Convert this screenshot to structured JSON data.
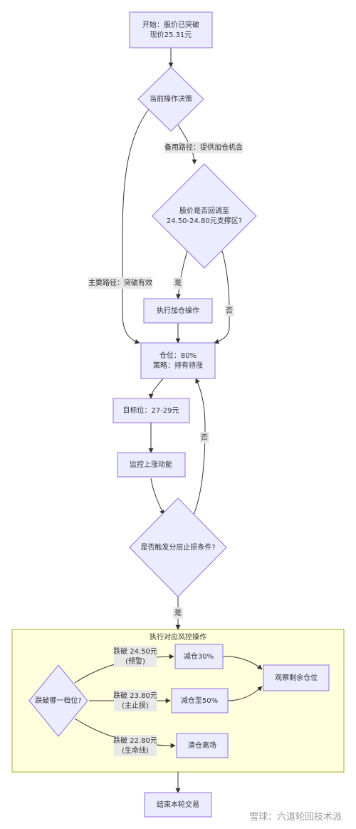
{
  "nodes": {
    "start": [
      "开始：股价已突破",
      "现价25.31元"
    ],
    "decision": [
      "当前操作决策"
    ],
    "pullback": [
      "股价是否回调至",
      "24.50-24.80元支撑区?"
    ],
    "add_position": [
      "执行加仓操作"
    ],
    "position": [
      "仓位：80%",
      "策略：持有待涨"
    ],
    "target": [
      "目标位：27-29元"
    ],
    "monitor": [
      "监控上涨动能"
    ],
    "stop_check": [
      "是否触发分层止损条件?"
    ],
    "which_level": [
      "跌破哪一档位?"
    ],
    "reduce30": [
      "减仓30%"
    ],
    "reduce50": [
      "减仓至50%"
    ],
    "clear": [
      "清仓离场"
    ],
    "observe": [
      "观察剩余仓位"
    ],
    "end": [
      "结束本轮交易"
    ]
  },
  "edges": {
    "backup": [
      "备用路径：提供加仓机会"
    ],
    "main": [
      "主要路径：突破有效"
    ],
    "yes_add": [
      "是"
    ],
    "no_pos": [
      "否"
    ],
    "no_loop": [
      "否"
    ],
    "yes_stop": [
      "是"
    ],
    "lvl1": [
      "跌破 24.50元",
      "(预警)"
    ],
    "lvl2": [
      "跌破 23.80元",
      "(主止损)"
    ],
    "lvl3": [
      "跌破 22.80元",
      "(生命线)"
    ]
  },
  "cluster": {
    "title": "执行对应风控操作"
  },
  "watermark": {
    "text": "雪球：六道轮回技术派"
  },
  "colors": {
    "node_fill": "#ECECFF",
    "node_stroke": "#9370DB",
    "edge": "#333333",
    "label_bg": "#e8e8e8",
    "cluster_fill": "#ffffde",
    "cluster_stroke": "#aaaa33"
  }
}
